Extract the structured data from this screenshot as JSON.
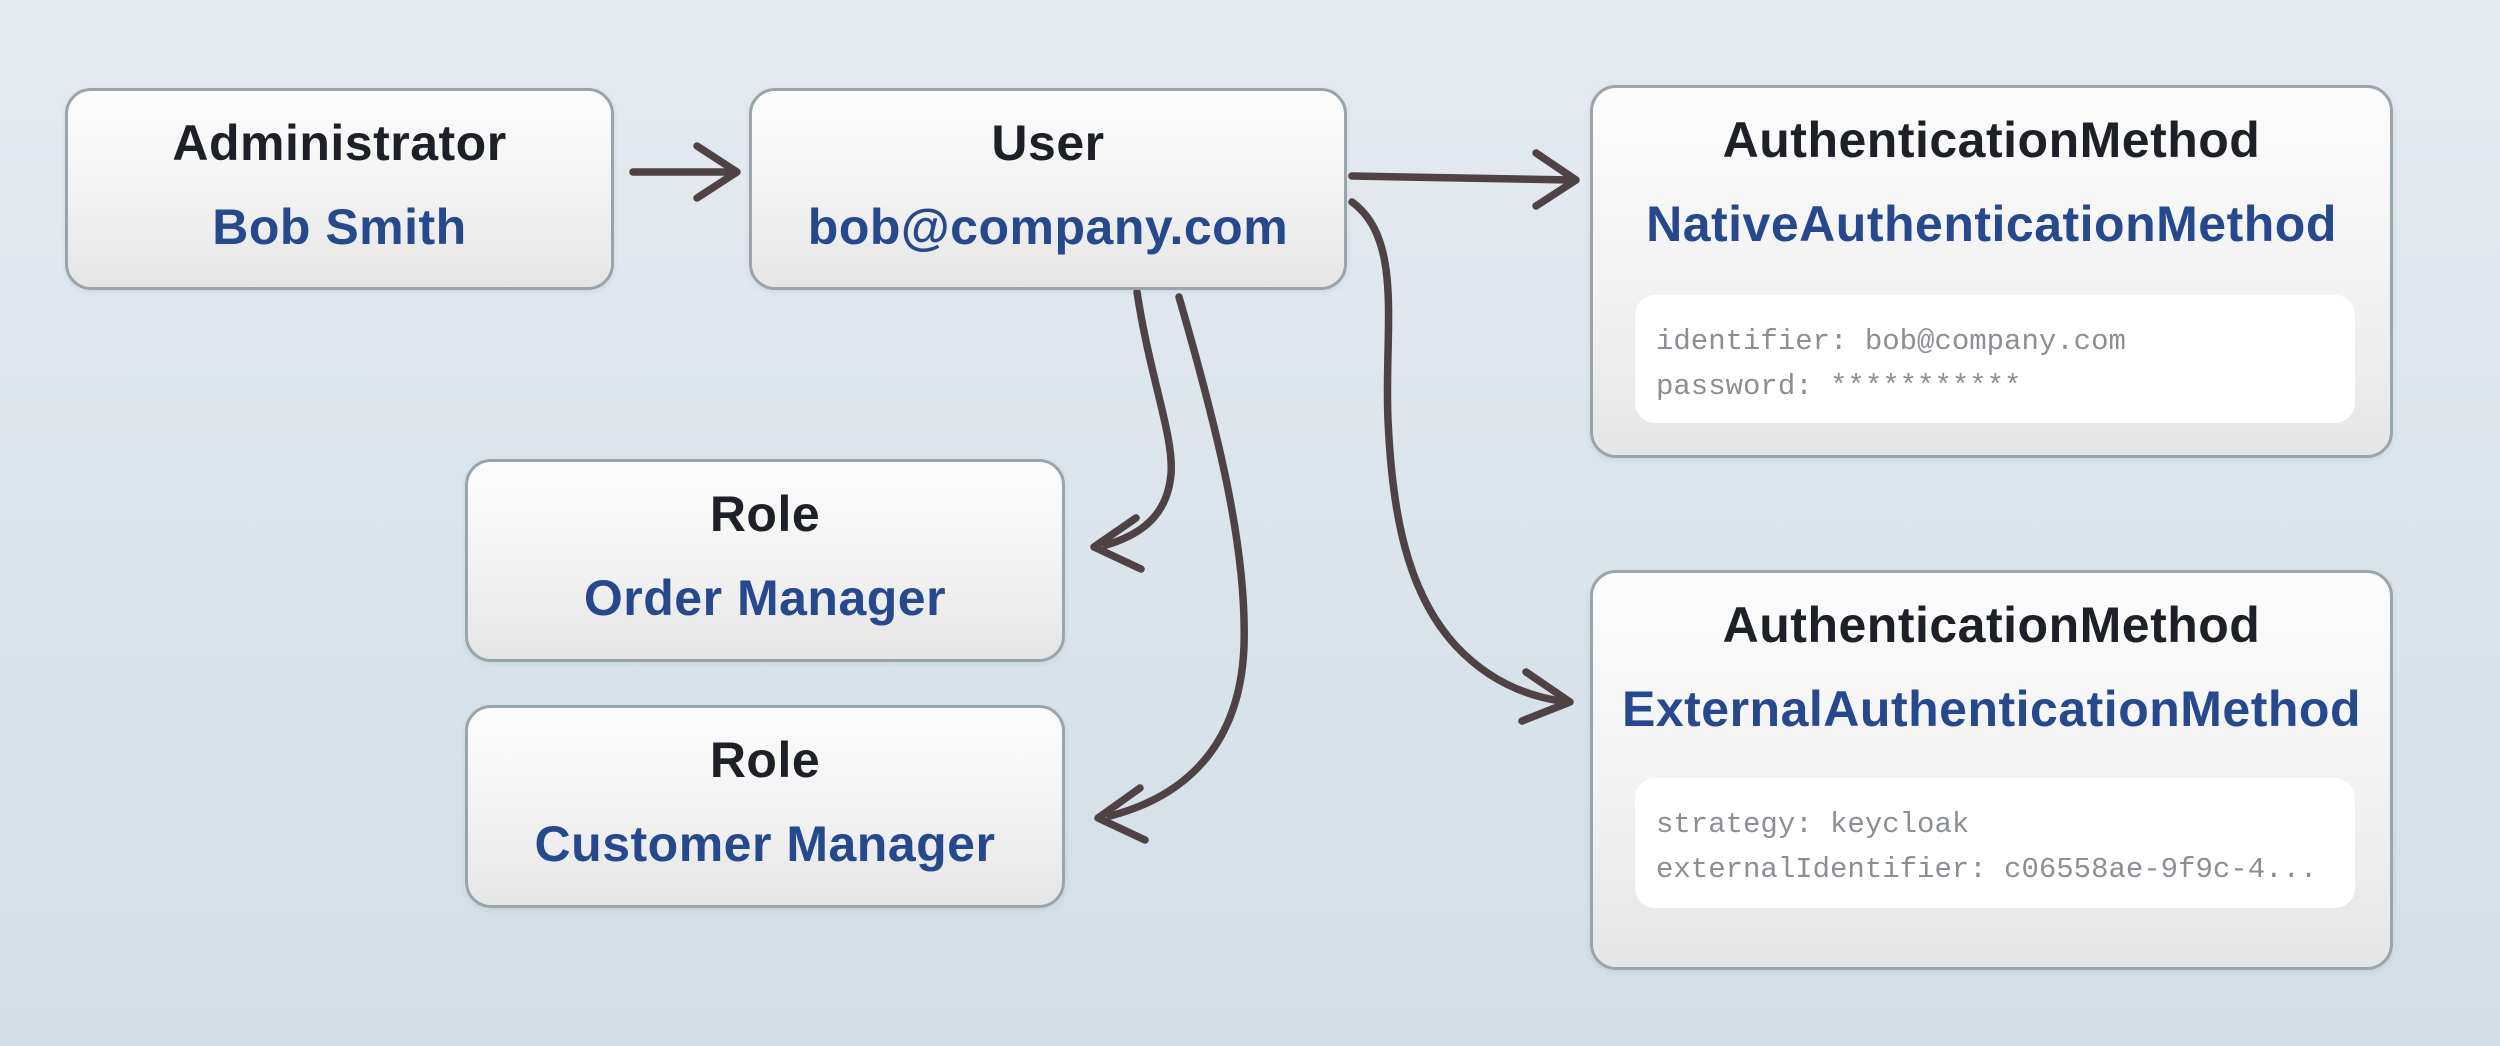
{
  "palette": {
    "background_top": "#e5eaf0",
    "background_bottom": "#d2dee6",
    "box_border": "#9aa5ab",
    "box_fill_top": "#fcfcfc",
    "box_fill_bottom": "#e5e5e5",
    "type_text": "#1d2127",
    "value_text": "#26488c",
    "attr_text": "#8b8f93",
    "attr_panel_bg": "#ffffff",
    "arrow": "#4e4245"
  },
  "nodes": {
    "administrator": {
      "type": "Administrator",
      "name": "Bob Smith"
    },
    "user": {
      "type": "User",
      "name": "bob@company.com"
    },
    "native_auth": {
      "type": "AuthenticationMethod",
      "name": "NativeAuthenticationMethod",
      "attrs": [
        "identifier: bob@company.com",
        "password: ***********"
      ]
    },
    "role_order": {
      "type": "Role",
      "name": "Order Manager"
    },
    "role_customer": {
      "type": "Role",
      "name": "Customer Manager"
    },
    "external_auth": {
      "type": "AuthenticationMethod",
      "name": "ExternalAuthenticationMethod",
      "attrs": [
        "strategy: keycloak",
        "externalIdentifier: c06558ae-9f9c-4..."
      ]
    }
  },
  "edges": [
    {
      "from": "administrator",
      "to": "user"
    },
    {
      "from": "user",
      "to": "native_auth"
    },
    {
      "from": "user",
      "to": "external_auth"
    },
    {
      "from": "user",
      "to": "role_order"
    },
    {
      "from": "user",
      "to": "role_customer"
    }
  ]
}
